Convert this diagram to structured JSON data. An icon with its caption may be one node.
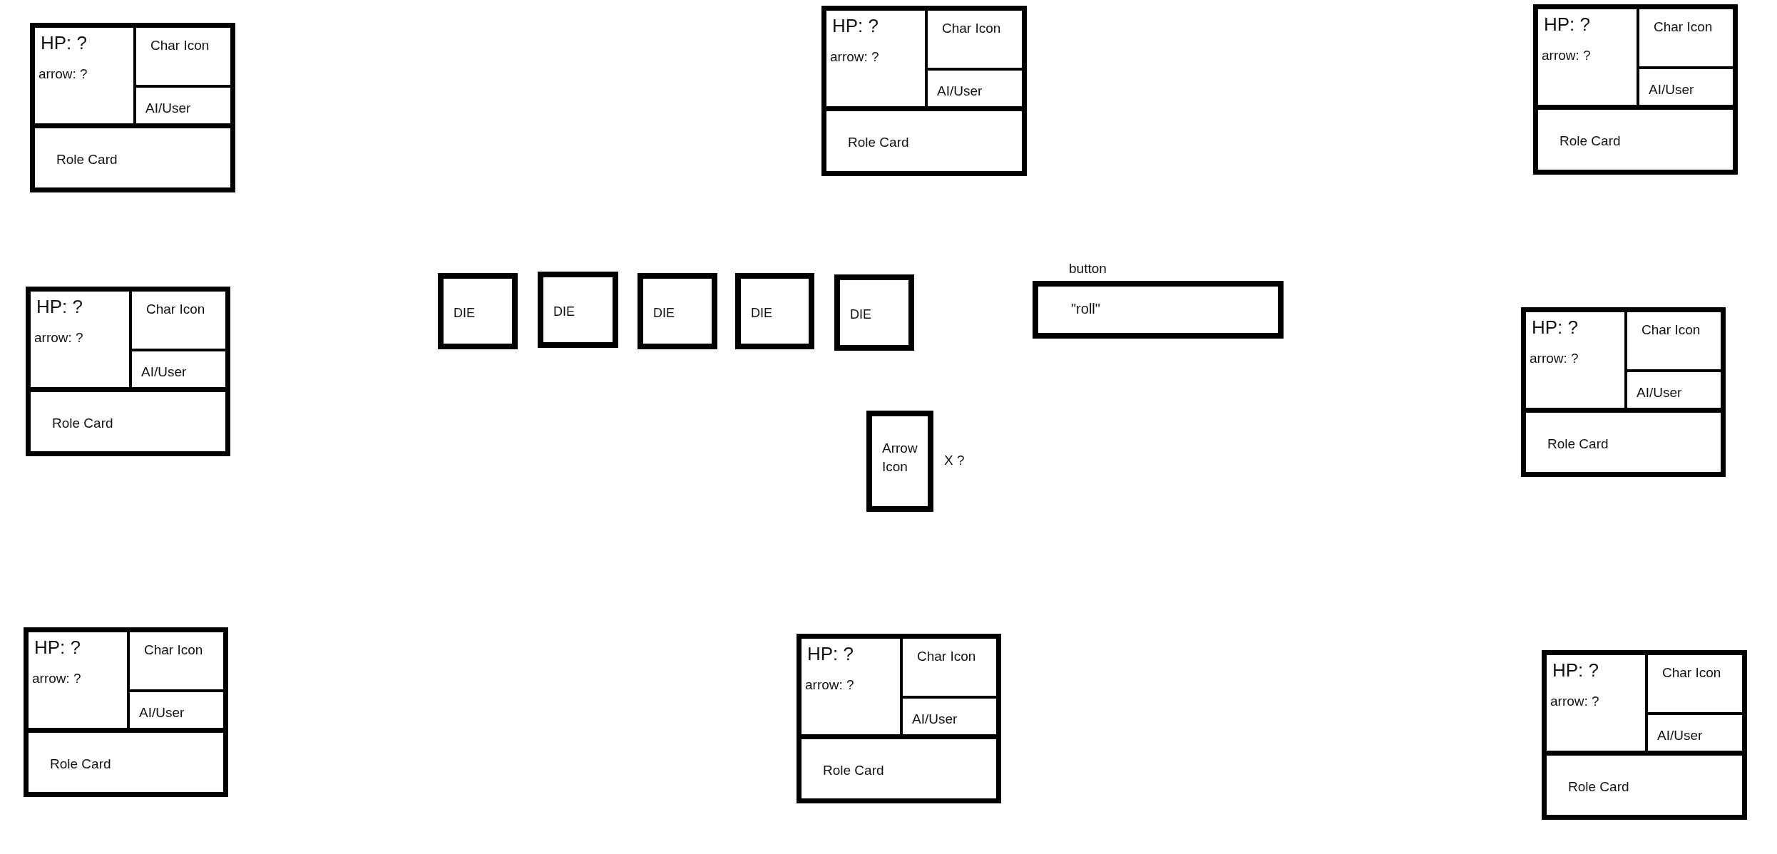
{
  "diagram": {
    "nodes": [
      {
        "text": [],
        "shape": "box"
      },
      {
        "text": [
          "HP: ?",
          "arrow: ?"
        ],
        "in": 0
      },
      {
        "text": [
          "Char Icon"
        ],
        "in": 0
      },
      {
        "text": [
          "AI/User"
        ],
        "in": 0
      },
      {
        "text": [
          "Role Card"
        ],
        "in": 0
      },
      {
        "text": [],
        "shape": "box"
      },
      {
        "text": [
          "HP: ?",
          "arrow: ?"
        ],
        "in": 5
      },
      {
        "text": [
          "Char Icon"
        ],
        "in": 5
      },
      {
        "text": [
          "AI/User"
        ],
        "in": 5
      },
      {
        "text": [
          "Role Card"
        ],
        "in": 5
      },
      {
        "text": [],
        "shape": "box"
      },
      {
        "text": [
          "HP: ?",
          "arrow: ?"
        ],
        "in": 10
      },
      {
        "text": [
          "Char Icon"
        ],
        "in": 10
      },
      {
        "text": [
          "AI/User"
        ],
        "in": 10
      },
      {
        "text": [
          "Role Card"
        ],
        "in": 10
      },
      {
        "text": [],
        "shape": "box"
      },
      {
        "text": [
          "HP: ?",
          "arrow: ?"
        ],
        "in": 15
      },
      {
        "text": [
          "Char Icon"
        ],
        "in": 15
      },
      {
        "text": [
          "AI/User"
        ],
        "in": 15
      },
      {
        "text": [
          "Role Card"
        ],
        "in": 15
      },
      {
        "text": [
          "DIE"
        ]
      },
      {
        "text": [
          "DIE"
        ]
      },
      {
        "text": [
          "DIE"
        ]
      },
      {
        "text": [
          "DIE"
        ]
      },
      {
        "text": [
          "DIE"
        ]
      },
      {
        "text": [
          "\"roll\""
        ],
        "beside": [
          "button"
        ]
      },
      {
        "text": [],
        "shape": "box"
      },
      {
        "text": [
          "HP: ?",
          "arrow: ?"
        ],
        "in": 26
      },
      {
        "text": [
          "Char Icon"
        ],
        "in": 26
      },
      {
        "text": [
          "AI/User"
        ],
        "in": 26
      },
      {
        "text": [
          "Role Card"
        ],
        "in": 26
      },
      {
        "text": [
          "Arrow Icon"
        ],
        "beside": [
          "X ?"
        ]
      },
      {
        "text": [],
        "shape": "box"
      },
      {
        "text": [
          "HP: ?",
          "arrow: ?"
        ],
        "in": 32
      },
      {
        "text": [
          "Char Icon"
        ],
        "in": 32
      },
      {
        "text": [
          "AI/User"
        ],
        "in": 32
      },
      {
        "text": [
          "Role Card"
        ],
        "in": 32
      },
      {
        "text": [],
        "shape": "box"
      },
      {
        "text": [
          "HP: ?",
          "arrow: ?"
        ],
        "in": 37
      },
      {
        "text": [
          "Char Icon"
        ],
        "in": 37
      },
      {
        "text": [
          "AI/User"
        ],
        "in": 37
      },
      {
        "text": [
          "Role Card"
        ],
        "in": 37
      },
      {
        "text": [],
        "shape": "box"
      },
      {
        "text": [
          "HP: ?",
          "arrow: ?"
        ],
        "in": 42
      },
      {
        "text": [
          "Char Icon"
        ],
        "in": 42
      },
      {
        "text": [
          "AI/User"
        ],
        "in": 42
      },
      {
        "text": [
          "Role Card"
        ],
        "in": 42
      }
    ]
  }
}
